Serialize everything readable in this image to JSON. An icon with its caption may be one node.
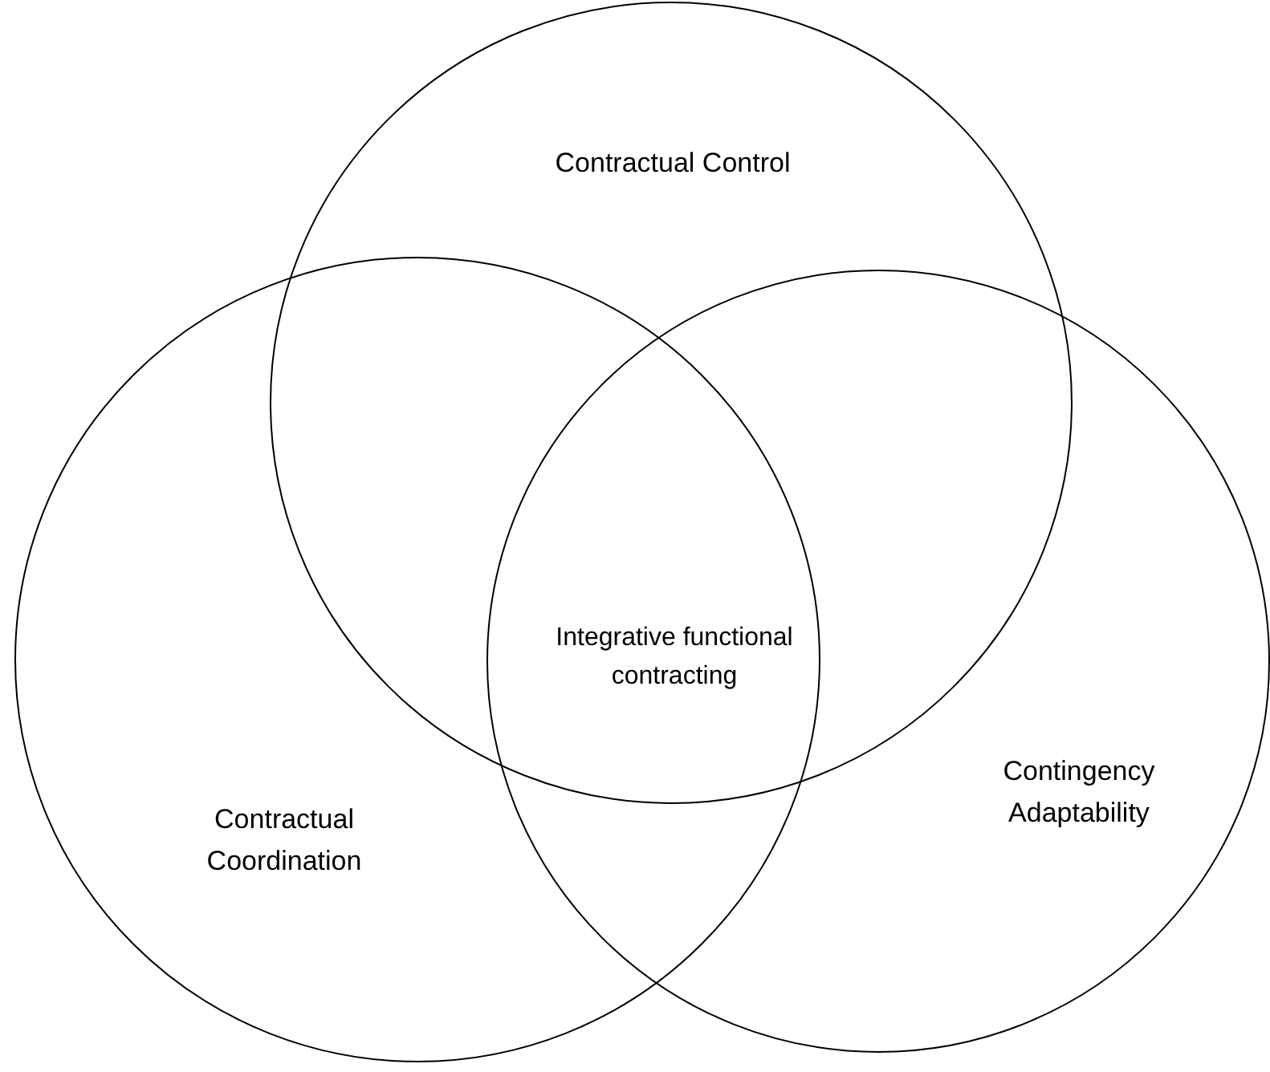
{
  "diagram": {
    "nodes": [
      {
        "text": [
          "Contractual Control"
        ]
      },
      {
        "text": [
          "Contractual Coordination"
        ]
      },
      {
        "text": [
          "Contingency Adaptability"
        ]
      }
    ],
    "labels": [
      "Integrative functional contracting"
    ]
  }
}
